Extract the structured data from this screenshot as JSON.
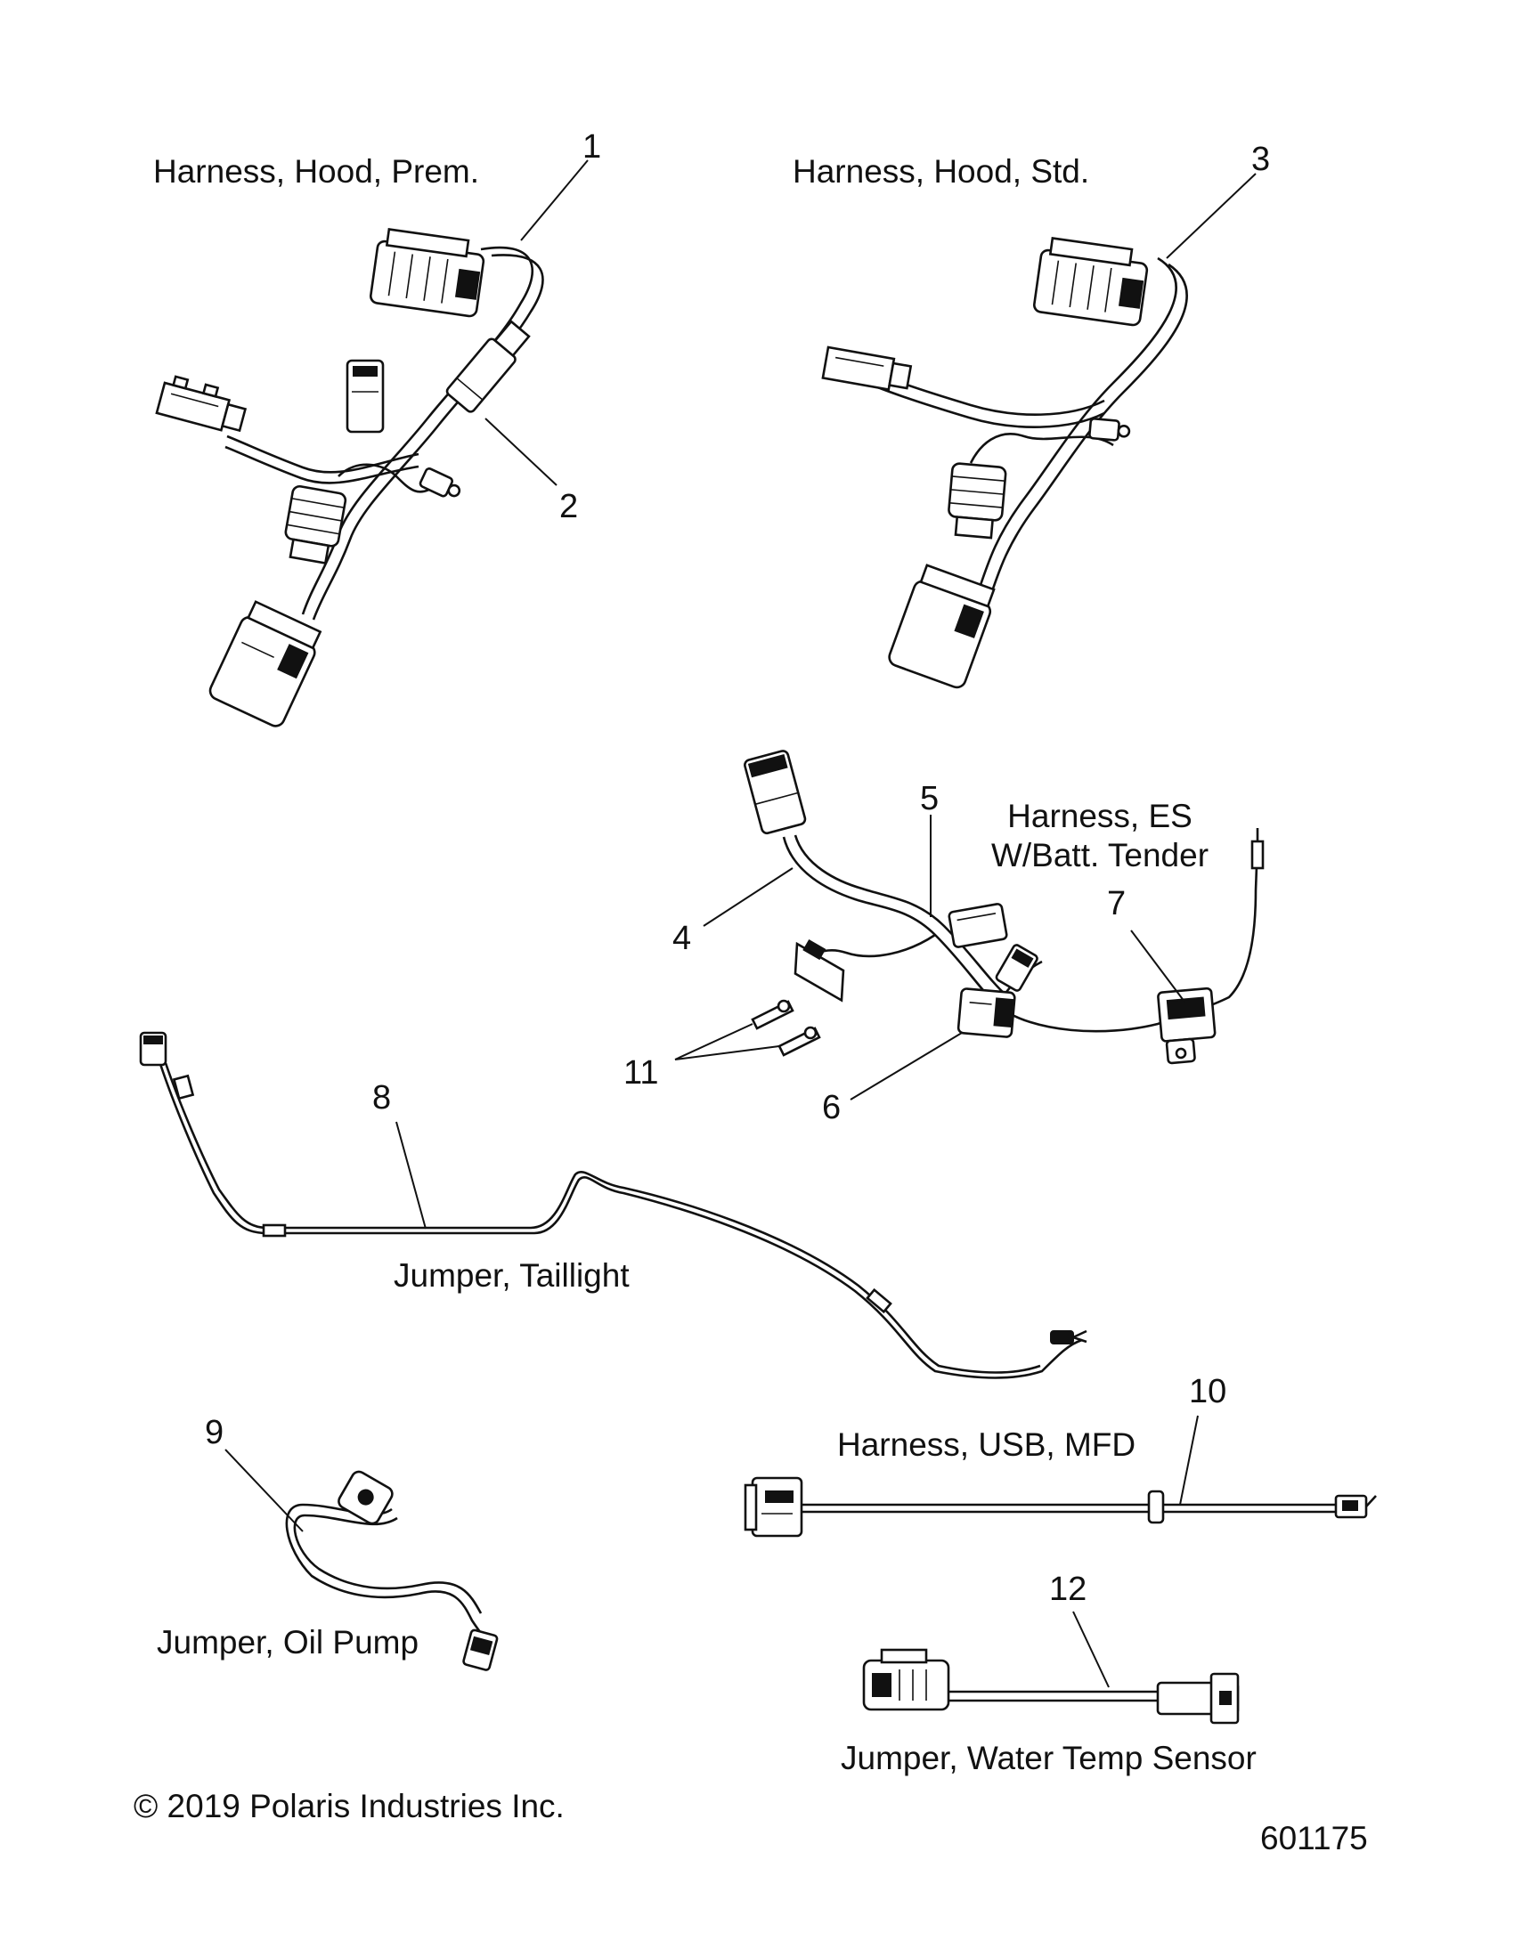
{
  "titles": {
    "hood_prem": "Harness, Hood, Prem.",
    "hood_std": "Harness, Hood, Std.",
    "es_line1": "Harness, ES",
    "es_line2": "W/Batt. Tender",
    "taillight": "Jumper, Taillight",
    "usb": "Harness, USB, MFD",
    "oil_pump": "Jumper, Oil Pump",
    "water_temp": "Jumper, Water Temp Sensor"
  },
  "callouts": [
    "1",
    "2",
    "3",
    "4",
    "5",
    "6",
    "7",
    "8",
    "9",
    "10",
    "11",
    "12"
  ],
  "copyright": "© 2019 Polaris Industries Inc.",
  "figure_number": "601175"
}
